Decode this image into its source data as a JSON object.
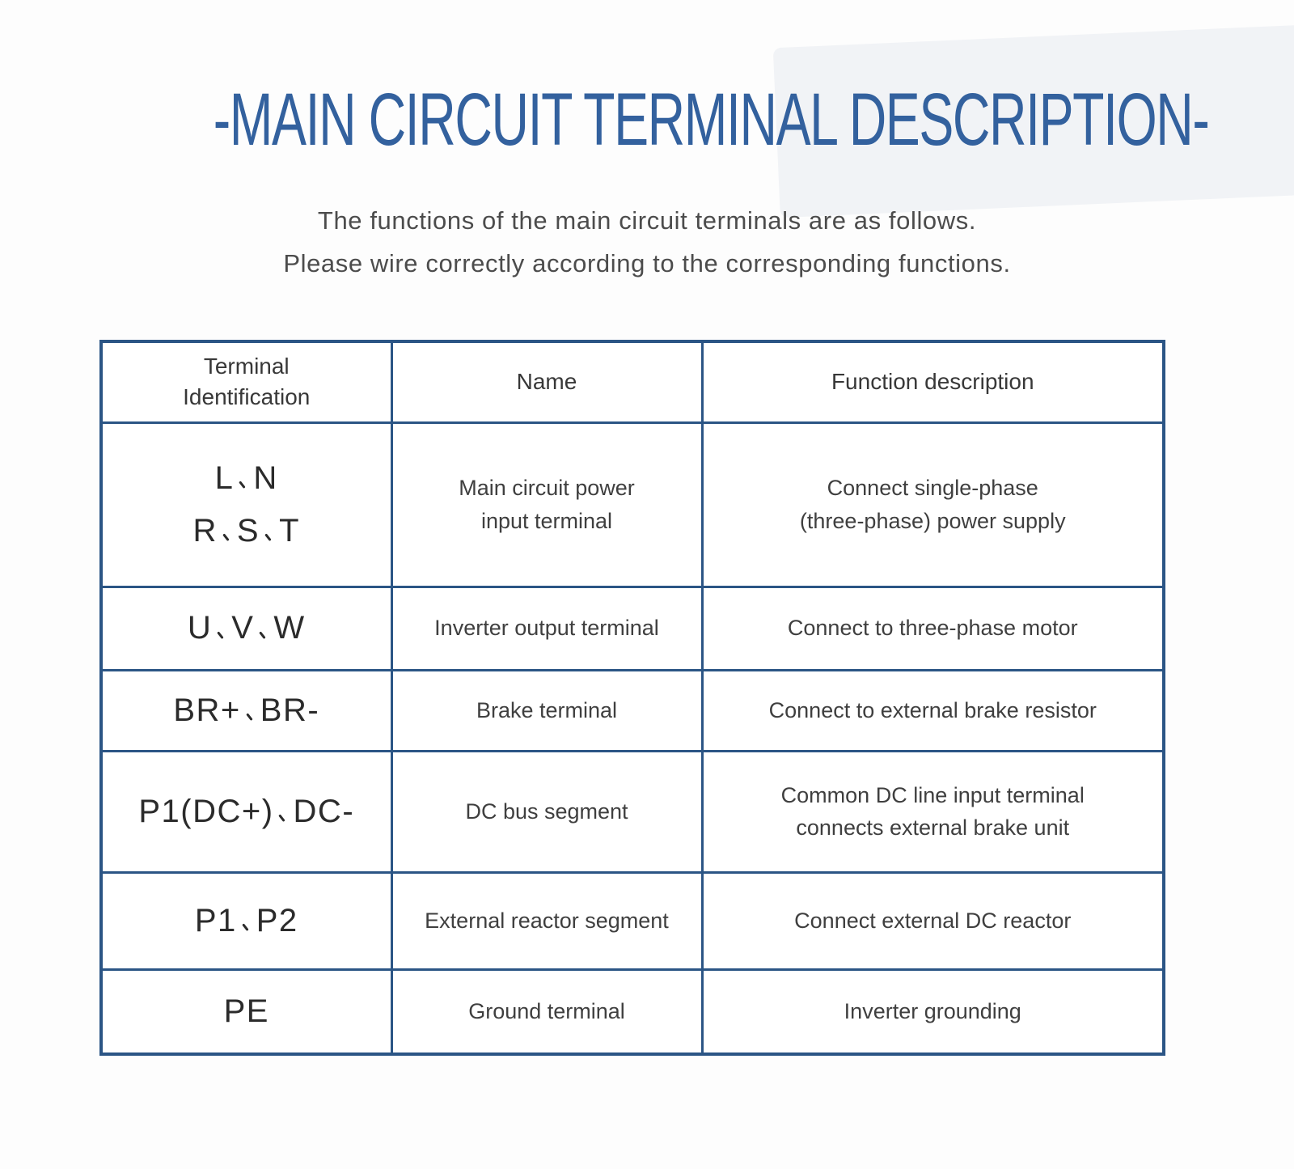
{
  "page": {
    "title": "-MAIN CIRCUIT TERMINAL DESCRIPTION-",
    "subtitle_line1": "The functions of the main circuit terminals are as follows.",
    "subtitle_line2": "Please wire correctly according to the corresponding functions."
  },
  "colors": {
    "title_blue": "#33619e",
    "table_border_blue": "#2b5585",
    "body_text": "#3f3f3f"
  },
  "table": {
    "headers": {
      "terminal": "Terminal\nIdentification",
      "name": "Name",
      "function": "Function description"
    },
    "rows": [
      {
        "terminal": "L、N\nR、S、T",
        "name": "Main circuit power\ninput terminal",
        "function": "Connect single-phase\n(three-phase) power supply"
      },
      {
        "terminal": "U、V、W",
        "name": "Inverter output terminal",
        "function": "Connect to three-phase motor"
      },
      {
        "terminal": "BR+、BR-",
        "name": "Brake terminal",
        "function": "Connect to external brake resistor"
      },
      {
        "terminal": "P1(DC+)、DC-",
        "name": "DC bus segment",
        "function": "Common DC line input terminal\nconnects external brake unit"
      },
      {
        "terminal": "P1、P2",
        "name": "External reactor segment",
        "function": "Connect external DC reactor"
      },
      {
        "terminal": "PE",
        "name": "Ground terminal",
        "function": "Inverter grounding"
      }
    ]
  }
}
